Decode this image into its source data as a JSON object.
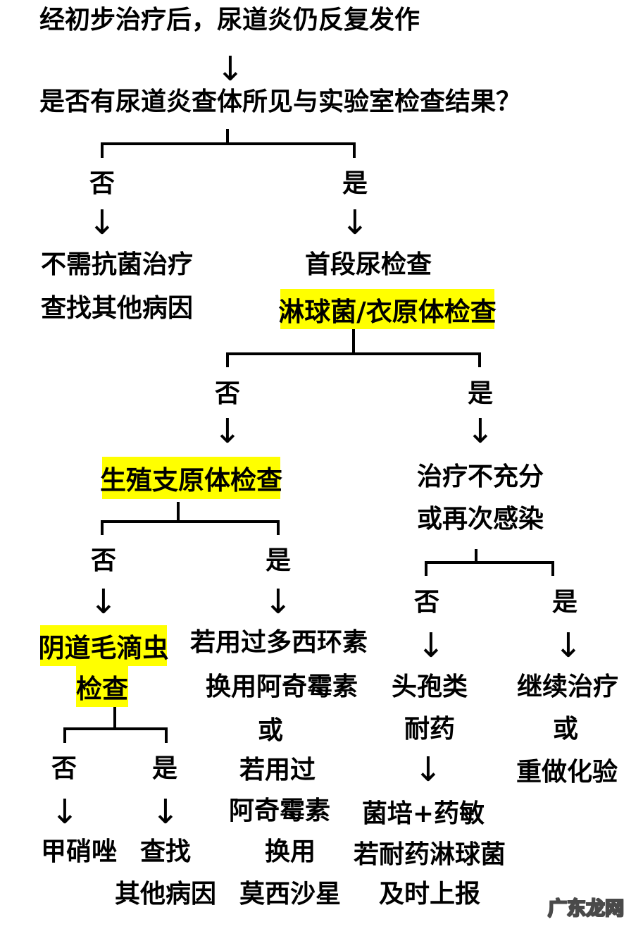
{
  "colors": {
    "highlight": "#ffff00",
    "text": "#000000",
    "background": "#ffffff"
  },
  "glyphs": {
    "down_arrow": "↓"
  },
  "watermark": {
    "text": "广东龙网"
  },
  "flow": {
    "start": "经初步治疗后，尿道炎仍反复发作",
    "question": "是否有尿道炎查体所见与实验室检查结果？",
    "branch1": {
      "no_label": "否",
      "yes_label": "是",
      "no_line1": "不需抗菌治疗",
      "no_line2": "查找其他病因",
      "yes_line1": "首段尿检查",
      "yes_highlight": "淋球菌/衣原体检查"
    },
    "branch2": {
      "no_label": "否",
      "yes_label": "是",
      "no_highlight": "生殖支原体检查",
      "yes_line1": "治疗不充分",
      "yes_line2": "或再次感染"
    },
    "branch3": {
      "no_label": "否",
      "yes_label": "是",
      "no_highlight_line1": "阴道毛滴虫",
      "no_highlight_line2": "检查",
      "yes_lines": [
        "若用过多西环素",
        "换用阿奇霉素",
        "或",
        "若用过",
        "阿奇霉素",
        "换用",
        "莫西沙星"
      ]
    },
    "branch4": {
      "no_label": "否",
      "yes_label": "是",
      "no_line1": "甲硝唑",
      "yes_line1": "查找",
      "yes_line2": "其他病因"
    },
    "branch5": {
      "no_label": "否",
      "yes_label": "是",
      "no_lines": [
        "头孢类",
        "耐药",
        "菌培+药敏",
        "若耐药淋球菌",
        "及时上报"
      ],
      "yes_lines": [
        "继续治疗",
        "或",
        "重做化验"
      ]
    }
  }
}
